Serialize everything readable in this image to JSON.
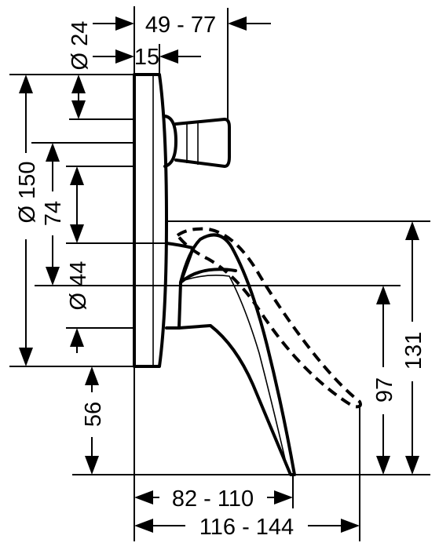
{
  "dimensions": {
    "top_range": "49 - 77",
    "dia_24": "Ø 24",
    "d15": "15",
    "dia_150": "Ø 150",
    "d74": "74",
    "dia_44": "Ø 44",
    "d56": "56",
    "d131": "131",
    "d97": "97",
    "bottom_range_1": "82 - 110",
    "bottom_range_2": "116 - 144"
  }
}
